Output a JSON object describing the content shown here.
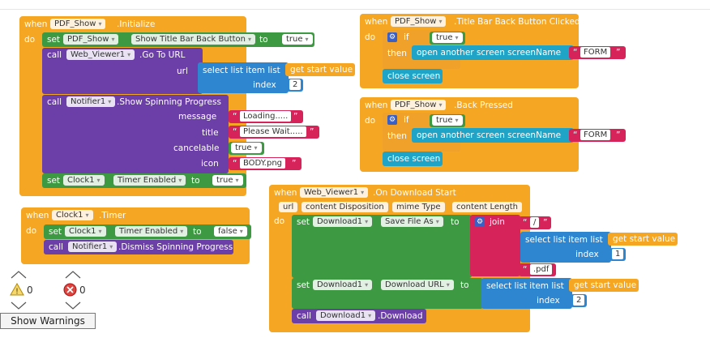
{
  "kw": {
    "when": "when",
    "do": "do",
    "set": "set",
    "to": "to",
    "call": "call",
    "if": "if",
    "then": "then"
  },
  "b1": {
    "component": "PDF_Show",
    "event": ".Initialize",
    "set1": {
      "comp": "PDF_Show",
      "prop": "Show Title Bar Back Button",
      "val": "true"
    },
    "call1": {
      "comp": "Web_Viewer1",
      "method": ".Go To URL",
      "arg": "url",
      "sel": "select list item  list",
      "start": "get start value",
      "index_lbl": "index",
      "index": "2"
    },
    "call2": {
      "comp": "Notifier1",
      "method": ".Show Spinning Progress",
      "message_lbl": "message",
      "message": "Loading.....",
      "title_lbl": "title",
      "title": "Please Wait.....",
      "cancel_lbl": "cancelable",
      "cancel": "true",
      "icon_lbl": "icon",
      "icon": "BODY.png"
    },
    "set2": {
      "comp": "Clock1",
      "prop": "Timer Enabled",
      "val": "true"
    }
  },
  "b2": {
    "component": "Clock1",
    "event": ".Timer",
    "set1": {
      "comp": "Clock1",
      "prop": "Timer Enabled",
      "val": "false"
    },
    "call1": {
      "comp": "Notifier1",
      "method": ".Dismiss Spinning Progress"
    }
  },
  "b3": {
    "component": "PDF_Show",
    "event": ".Title Bar Back Button Clicked",
    "cond": "true",
    "open": "open another screen  screenName",
    "screen": "FORM",
    "close": "close screen"
  },
  "b4": {
    "component": "PDF_Show",
    "event": ".Back Pressed",
    "cond": "true",
    "open": "open another screen  screenName",
    "screen": "FORM",
    "close": "close screen"
  },
  "b5": {
    "component": "Web_Viewer1",
    "event": ".On Download Start",
    "params": [
      "url",
      "content Disposition",
      "mime Type",
      "content Length"
    ],
    "set1": {
      "comp": "Download1",
      "prop": "Save File As",
      "join": "join",
      "slash": "/",
      "sel": "select list item  list",
      "start": "get start value",
      "index_lbl": "index",
      "index": "1",
      "ext": ".pdf"
    },
    "set2": {
      "comp": "Download1",
      "prop": "Download URL",
      "sel": "select list item  list",
      "start": "get start value",
      "index_lbl": "index",
      "index": "2"
    },
    "call1": {
      "comp": "Download1",
      "method": ".Download"
    }
  },
  "warnings": {
    "warn_count": "0",
    "error_count": "0",
    "button": "Show Warnings"
  }
}
